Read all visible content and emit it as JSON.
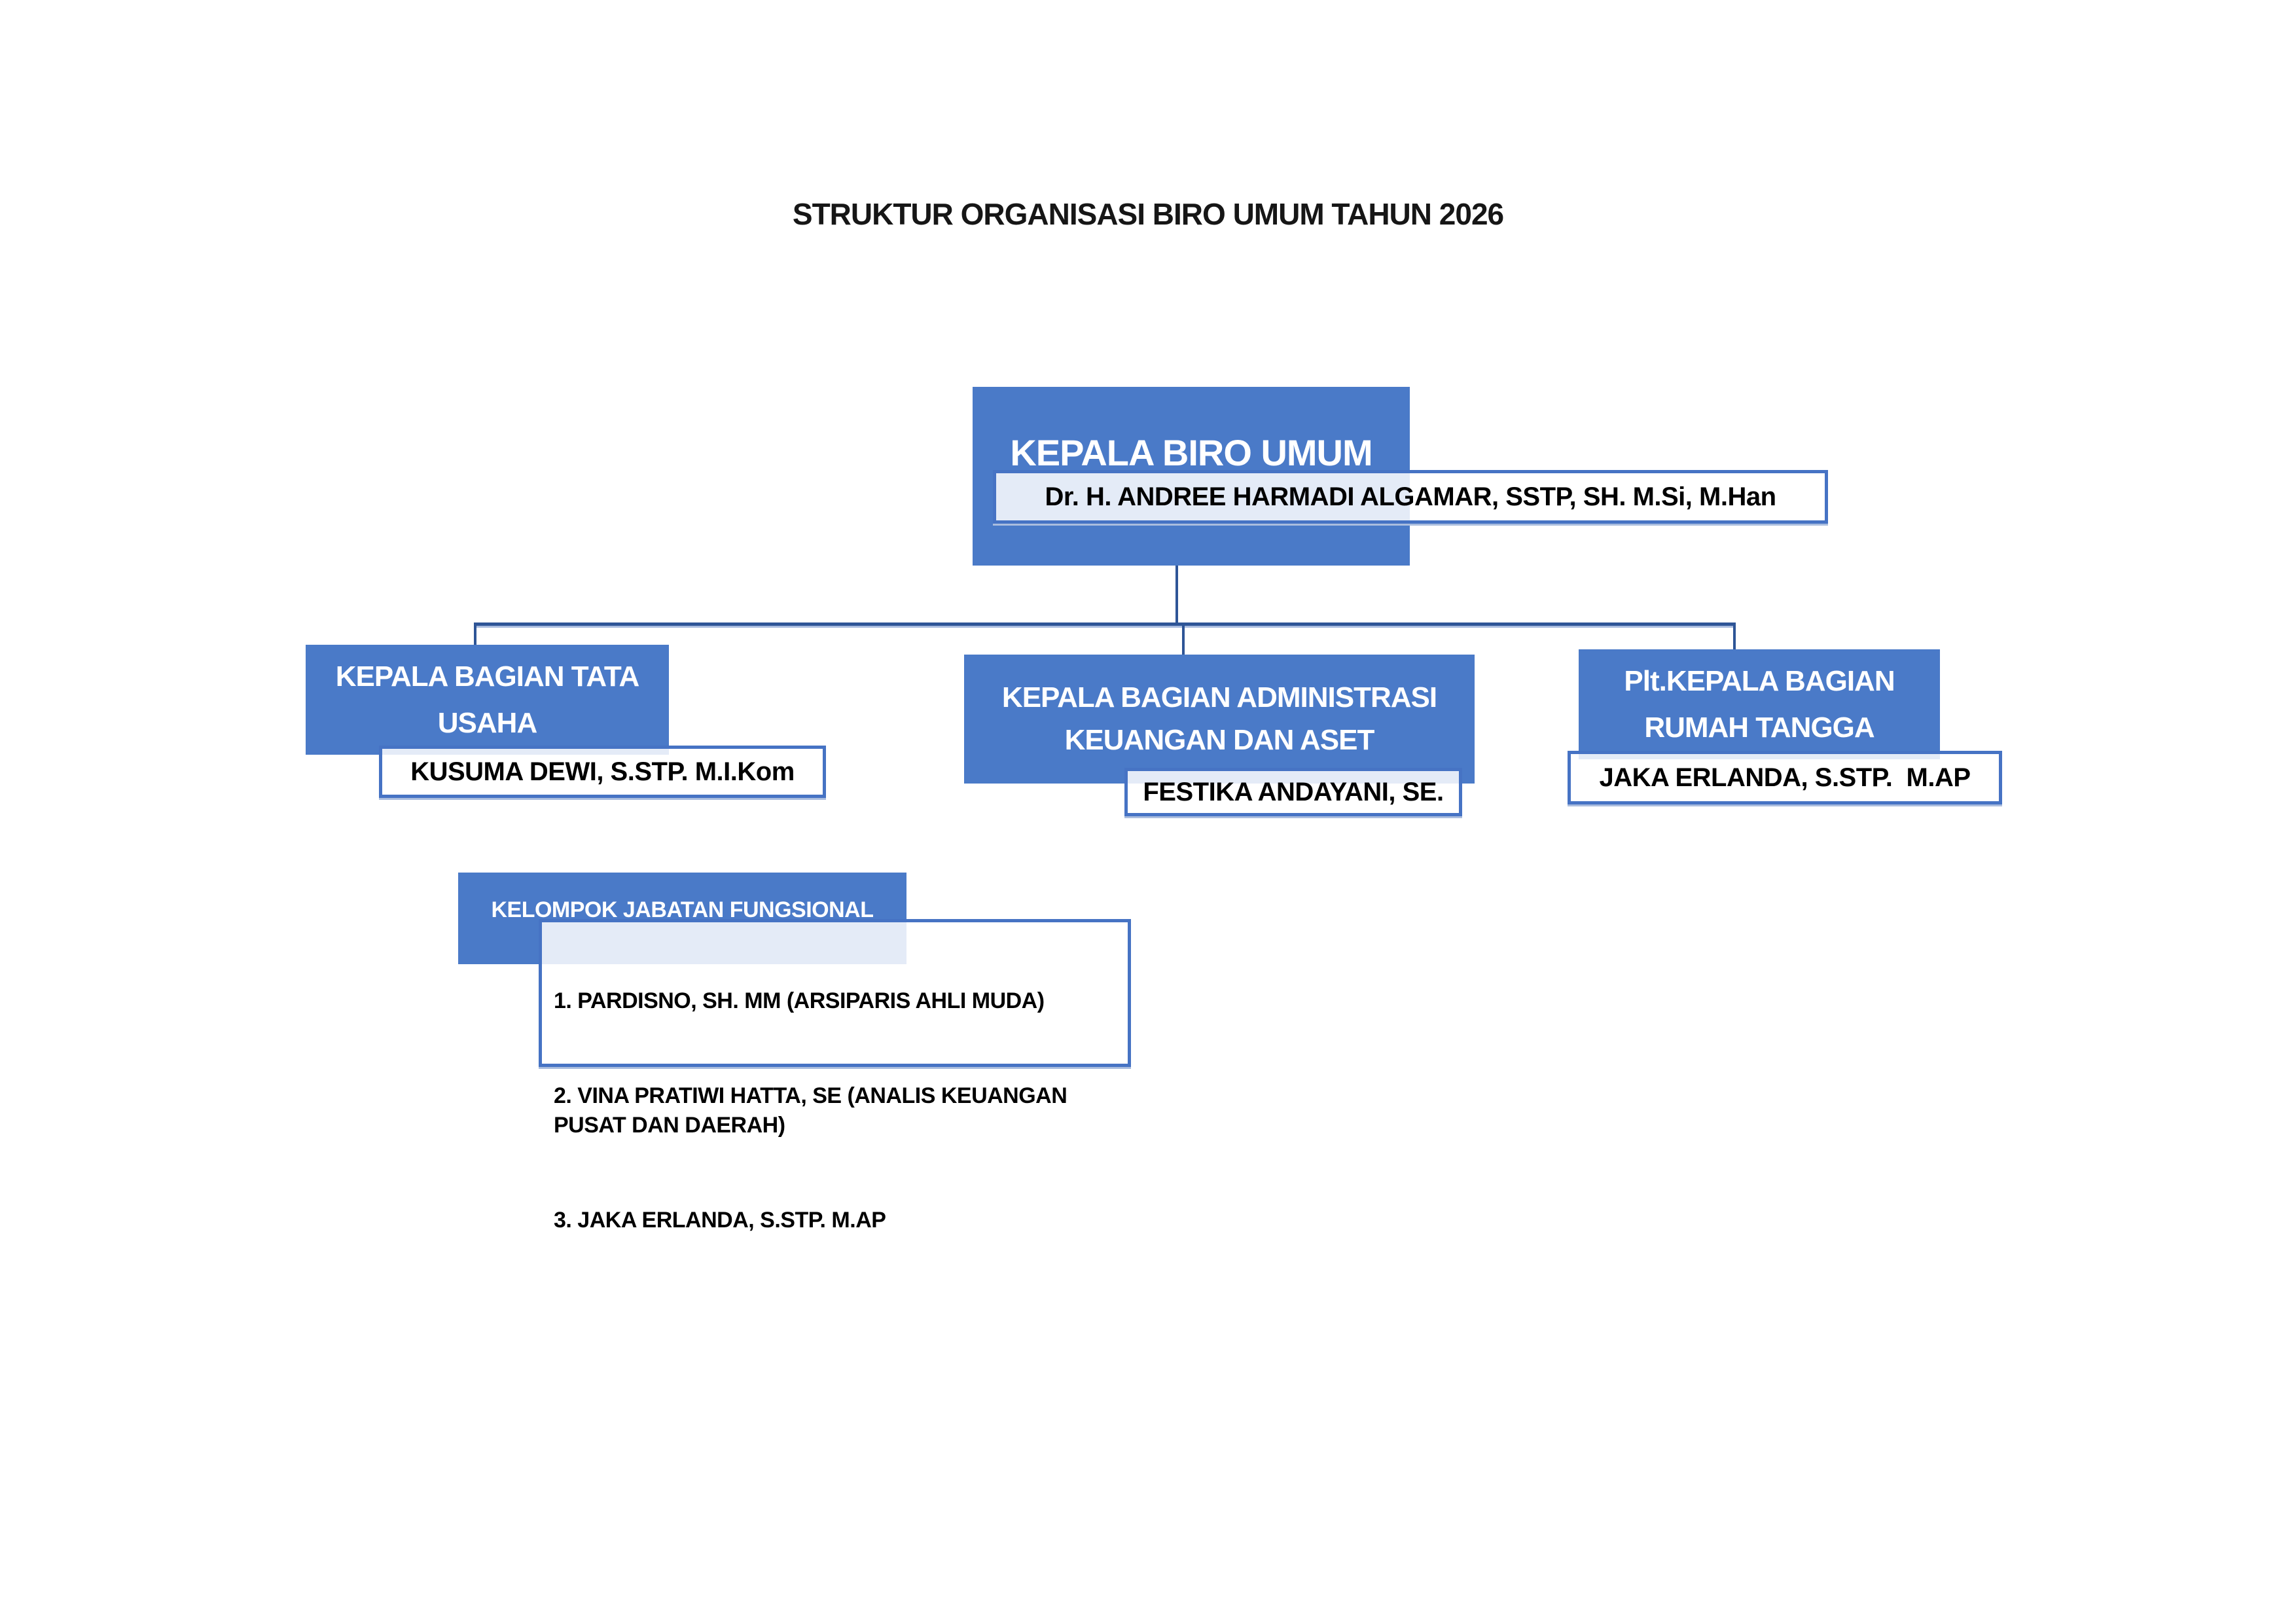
{
  "page": {
    "title": "STRUKTUR ORGANISASI BIRO UMUM TAHUN 2026"
  },
  "org": {
    "root": {
      "title": "KEPALA BIRO UMUM",
      "name": "Dr. H. ANDREE HARMADI ALGAMAR, SSTP, SH. M.Si, M.Han"
    },
    "children": [
      {
        "title": "KEPALA BAGIAN TATA USAHA",
        "name": "KUSUMA DEWI, S.STP. M.I.Kom"
      },
      {
        "title": "KEPALA BAGIAN ADMINISTRASI KEUANGAN DAN ASET",
        "name": "FESTIKA ANDAYANI, SE."
      },
      {
        "title": "Plt.KEPALA BAGIAN RUMAH TANGGA",
        "name": "JAKA ERLANDA, S.STP.  M.AP"
      }
    ],
    "functional_group": {
      "title": "KELOMPOK JABATAN FUNGSIONAL",
      "members": [
        "1. PARDISNO, SH. MM (ARSIPARIS AHLI MUDA)",
        "2. VINA PRATIWI HATTA, SE (ANALIS KEUANGAN PUSAT DAN DAERAH)",
        "3. JAKA ERLANDA, S.STP. M.AP"
      ]
    }
  },
  "colors": {
    "node_fill": "#4a7ac8",
    "node_border": "#4673c4",
    "connector": "#2e5597",
    "connector_highlight": "#a9bcdf",
    "text_on_blue": "#ffffff",
    "text_on_white": "#000000"
  }
}
